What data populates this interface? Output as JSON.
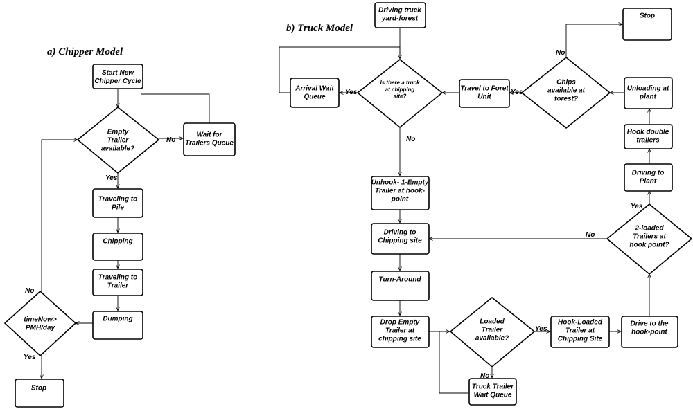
{
  "titles": {
    "chipper": "a) Chipper Model",
    "truck": "b) Truck Model"
  },
  "chipper": {
    "start": [
      "Start New",
      "Chipper Cycle"
    ],
    "empty_trailer": [
      "Empty",
      "Trailer",
      "available?"
    ],
    "wait_trailers": [
      "Wait for",
      "Trailers Queue"
    ],
    "traveling_pile": [
      "Traveling to",
      "Pile"
    ],
    "chipping": [
      "Chipping"
    ],
    "traveling_trailer": [
      "Traveling to",
      "Trailer"
    ],
    "dumping": [
      "Dumping"
    ],
    "time_check": [
      "timeNow>",
      "PMH/day"
    ],
    "stop": [
      "Stop"
    ]
  },
  "truck": {
    "driving_yard": [
      "Driving truck",
      "yard-forest"
    ],
    "truck_at_site": [
      "Is there a truck",
      "at chipping",
      "site?"
    ],
    "arrival_queue": [
      "Arrival Wait",
      "Queue"
    ],
    "travel_foret": [
      "Travel to Foret",
      "Unit"
    ],
    "chips_available": [
      "Chips",
      "available at",
      "forest?"
    ],
    "stop": [
      "Stop"
    ],
    "unloading": [
      "Unloading  at",
      "plant"
    ],
    "hook_double": [
      "Hook double",
      "trailers"
    ],
    "driving_plant": [
      "Driving to",
      "Plant"
    ],
    "two_loaded": [
      "2-loaded",
      "Trailers at",
      "hook point?"
    ],
    "unhook": [
      "Unhook- 1-Empty",
      "Trailer  at hook-",
      "point"
    ],
    "driving_chipping": [
      "Driving to",
      "Chipping site"
    ],
    "turn_around": [
      "Turn-Around"
    ],
    "drop_empty": [
      "Drop Empty",
      "Trailer  at",
      "chipping site"
    ],
    "loaded_available": [
      "Loaded",
      "Trailer",
      "available?"
    ],
    "hook_loaded": [
      "Hook-Loaded",
      "Trailer at",
      "Chipping Site"
    ],
    "drive_hook": [
      "Drive to the",
      "hook-point"
    ],
    "trailer_wait": [
      "Truck Trailer",
      "Wait Queue"
    ]
  },
  "edge_labels": {
    "yes": "Yes",
    "no": "No"
  }
}
